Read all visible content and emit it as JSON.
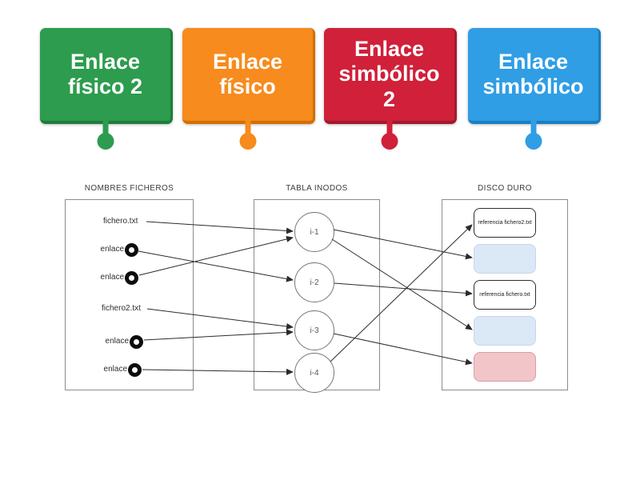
{
  "cards": [
    {
      "label": "Enlace físico 2",
      "color": "#2d9c4e",
      "edge_color": "#1f7c3b"
    },
    {
      "label": "Enlace físico",
      "color": "#f78b1d",
      "edge_color": "#d26f05"
    },
    {
      "label": "Enlace simbólico 2",
      "color": "#d0203a",
      "edge_color": "#a5182e"
    },
    {
      "label": "Enlace simbólico",
      "color": "#2f9ee5",
      "edge_color": "#1b7ec2"
    }
  ],
  "diagram": {
    "names_column": {
      "title": "NOMBRES FICHEROS",
      "items": [
        {
          "label": "fichero.txt",
          "drop_target": false
        },
        {
          "label": "enlace",
          "drop_target": true
        },
        {
          "label": "enlace",
          "drop_target": true
        },
        {
          "label": "fichero2.txt",
          "drop_target": false
        },
        {
          "label": "enlace",
          "drop_target": true
        },
        {
          "label": "enlace",
          "drop_target": true
        }
      ]
    },
    "inodes_column": {
      "title": "TABLA INODOS",
      "inodes": [
        {
          "label": "i-1"
        },
        {
          "label": "i-2"
        },
        {
          "label": "i-3"
        },
        {
          "label": "i-4"
        }
      ]
    },
    "disk_column": {
      "title": "DISCO DURO",
      "slots": [
        {
          "label": "referencia fichero2.txt",
          "fill": "#ffffff"
        },
        {
          "label": "",
          "fill": "#dbe8f6"
        },
        {
          "label": "referencia fichero.txt",
          "fill": "#ffffff"
        },
        {
          "label": "",
          "fill": "#dbe8f6"
        },
        {
          "label": "",
          "fill": "#f2c5c8"
        }
      ]
    },
    "connections": [
      "fichero.txt -> i-1",
      "enlace(1) -> i-2",
      "enlace(2) -> i-1",
      "fichero2.txt -> i-3",
      "enlace(3) -> i-3",
      "enlace(4) -> i-4",
      "i-1 -> disk slot 2 (blue)",
      "i-1 -> disk slot 4 (blue)",
      "i-2 -> referencia fichero.txt",
      "i-3 -> disk slot 5 (pink)",
      "i-4 -> referencia fichero2.txt"
    ]
  }
}
